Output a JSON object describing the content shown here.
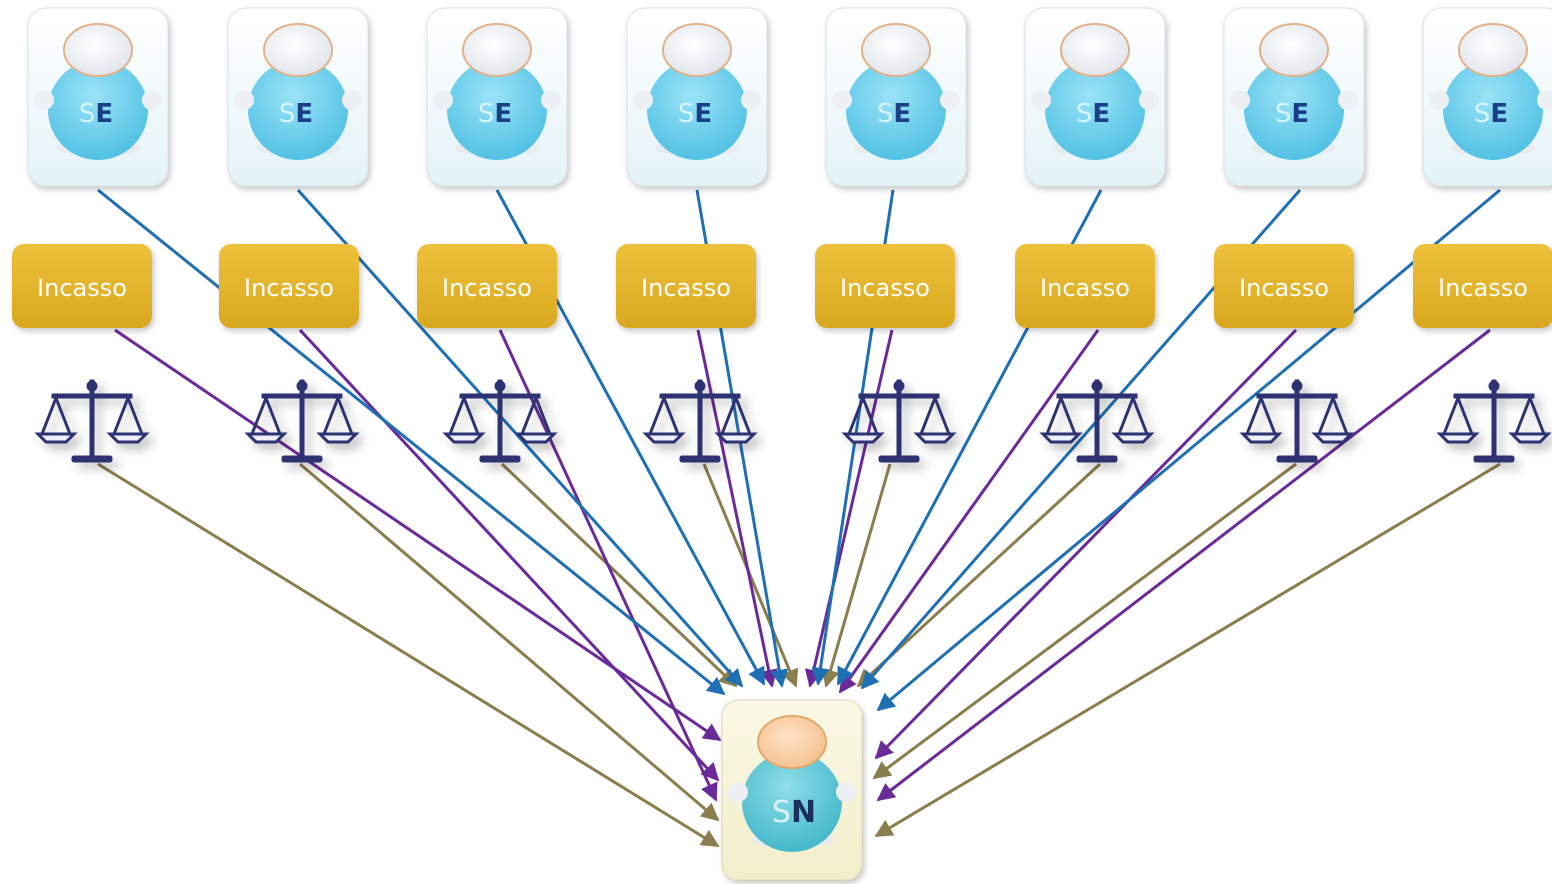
{
  "senders": [
    {
      "s": "S",
      "e": "E"
    },
    {
      "s": "S",
      "e": "E"
    },
    {
      "s": "S",
      "e": "E"
    },
    {
      "s": "S",
      "e": "E"
    },
    {
      "s": "S",
      "e": "E"
    },
    {
      "s": "S",
      "e": "E"
    },
    {
      "s": "S",
      "e": "E"
    },
    {
      "s": "S",
      "e": "E"
    }
  ],
  "incasso": [
    {
      "label": "Incasso"
    },
    {
      "label": "Incasso"
    },
    {
      "label": "Incasso"
    },
    {
      "label": "Incasso"
    },
    {
      "label": "Incasso"
    },
    {
      "label": "Incasso"
    },
    {
      "label": "Incasso"
    },
    {
      "label": "Incasso"
    }
  ],
  "scales": [
    {},
    {},
    {},
    {},
    {},
    {},
    {},
    {}
  ],
  "hub": {
    "s": "S",
    "n": "N"
  },
  "colors": {
    "sender_arrow": "#1f6fb5",
    "incasso_arrow": "#6a2a9a",
    "scale_arrow": "#8a7d4e",
    "incasso_box": "#e3b52a",
    "avatar_body": "#5dc8e8"
  },
  "icons": {
    "scale": "balance-scale-icon",
    "person": "person-avatar-icon"
  }
}
